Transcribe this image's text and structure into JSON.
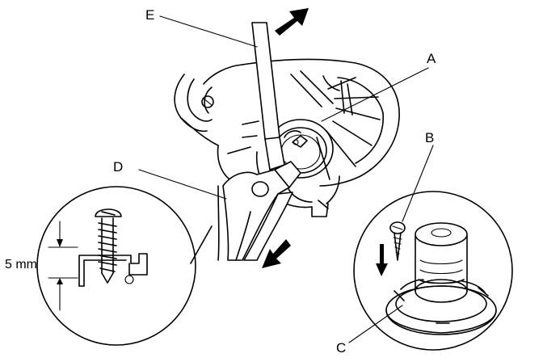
{
  "callouts": {
    "a": "A",
    "b": "B",
    "c": "C",
    "d": "D",
    "e": "E"
  },
  "dimension": {
    "label": "5 mm"
  },
  "icons": {
    "motion_up": "arrow-up-right-icon",
    "motion_down": "arrow-down-left-icon",
    "install_down": "arrow-down-icon"
  },
  "colors": {
    "line": "#000000",
    "background": "#ffffff"
  }
}
